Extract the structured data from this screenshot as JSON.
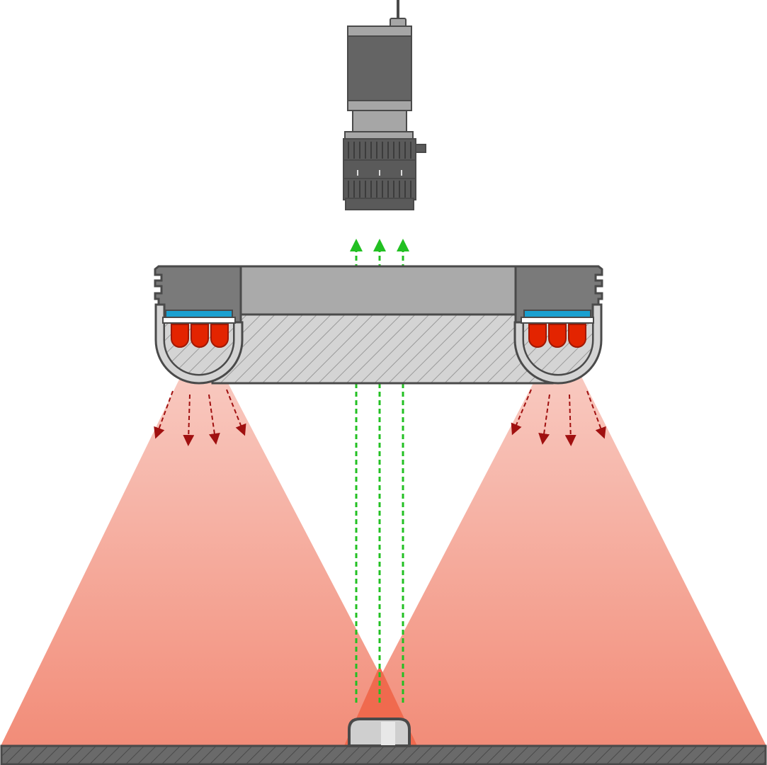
{
  "diagram": {
    "type": "machine-vision-lighting-setup",
    "components": [
      "camera",
      "lens",
      "ring-light-housing",
      "led-array-left",
      "led-array-right",
      "light-cone-left",
      "light-cone-right",
      "reflected-rays",
      "object",
      "conveyor-surface"
    ],
    "led_count_per_side": 3,
    "emitted_ray_count_per_side": 4,
    "reflected_ray_count": 3
  },
  "colors": {
    "background": "#ffffff",
    "outline": "#4a4a4a",
    "camera_body": "#646464",
    "camera_band": "#a6a6a6",
    "lens_body": "#5a5a5a",
    "housing_top": "#aaaaaa",
    "housing_block": "#7a7a7a",
    "housing_hatch_fill": "#d4d4d4",
    "hatch_line": "#9a9a9a",
    "led_red": "#e32400",
    "led_dark": "#a01800",
    "pcb_blue": "#1aa0d0",
    "light_cone_top": "#f9d0c8",
    "light_cone_bottom": "#f28c78",
    "light_overlap": "#f06a4e",
    "emitted_ray": "#a01010",
    "reflected_ray": "#22c022",
    "object_fill": "#cfcfcf",
    "object_highlight": "#e8e8e8",
    "surface_fill": "#6a6a6a"
  },
  "icons": {
    "camera": "camera-icon",
    "lens": "lens-icon",
    "led": "led-icon",
    "object": "object-icon"
  }
}
